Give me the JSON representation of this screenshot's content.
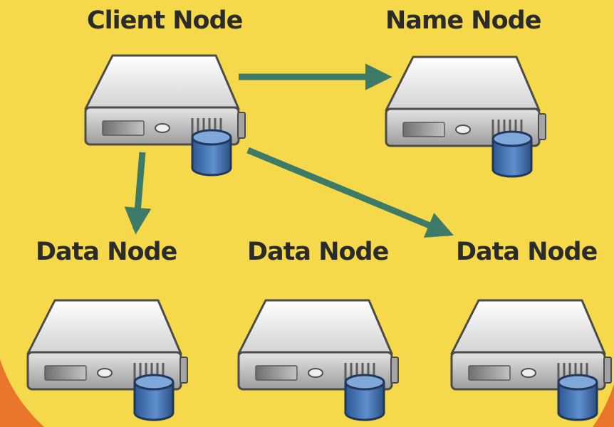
{
  "nodes": {
    "client": {
      "label": "Client Node"
    },
    "name": {
      "label": "Name Node"
    },
    "data_1": {
      "label": "Data Node"
    },
    "data_2": {
      "label": "Data Node"
    },
    "data_3": {
      "label": "Data Node"
    }
  },
  "edges": [
    {
      "from": "client",
      "to": "name"
    },
    {
      "from": "client",
      "to": "data_1"
    },
    {
      "from": "client",
      "to": "data_3"
    }
  ],
  "colors": {
    "background": "#f5d94a",
    "corner_accent": "#e9762b",
    "arrow": "#3d7a68",
    "label_text": "#2b2b2b",
    "server_body": "#c9c9c9",
    "database": "#3f6fae"
  },
  "icons": {
    "server": "server-icon",
    "database": "database-cylinder-icon"
  }
}
